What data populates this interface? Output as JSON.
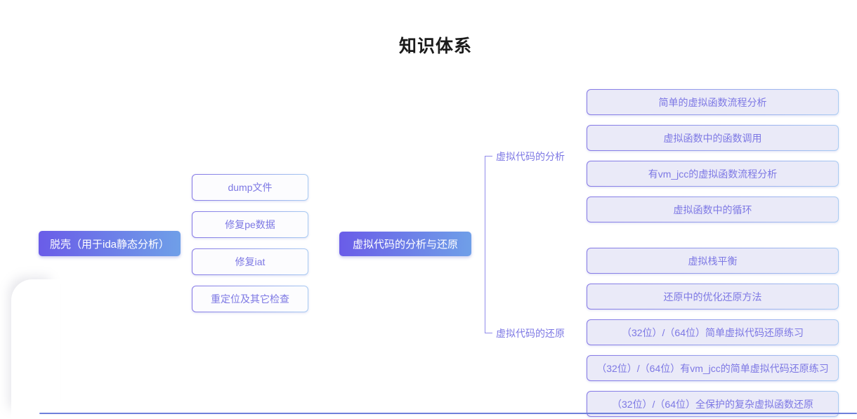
{
  "title": "知识体系",
  "colors": {
    "node_gradient_start": "#6A5CE8",
    "node_gradient_end": "#6F9FE8",
    "leaf_border_start": "#8679E6",
    "leaf_border_end": "#A9CBF2",
    "leaf_fill": "#EAEAF8",
    "child_fill": "#FCFCFE",
    "node_text": "#7D78E4",
    "bracket_line": "#918CEA",
    "bottom_divider": "#6F80DB",
    "title_text": "#1b1b1b"
  },
  "mindmap": {
    "root": {
      "label": "脱壳（用于ida静态分析）"
    },
    "root_children": [
      "dump文件",
      "修复pe数据",
      "修复iat",
      "重定位及其它检查"
    ],
    "hub": {
      "label": "虚拟代码的分析与还原"
    },
    "branches": [
      {
        "label": "虚拟代码的分析",
        "children": [
          "简单的虚拟函数流程分析",
          "虚拟函数中的函数调用",
          "有vm_jcc的虚拟函数流程分析",
          "虚拟函数中的循环"
        ]
      },
      {
        "label": "虚拟代码的还原",
        "children": [
          "虚拟栈平衡",
          "还原中的优化还原方法",
          "（32位）/（64位）简单虚拟代码还原练习",
          "（32位）/（64位）有vm_jcc的简单虚拟代码还原练习",
          "（32位）/（64位）全保护的复杂虚拟函数还原"
        ]
      }
    ]
  }
}
